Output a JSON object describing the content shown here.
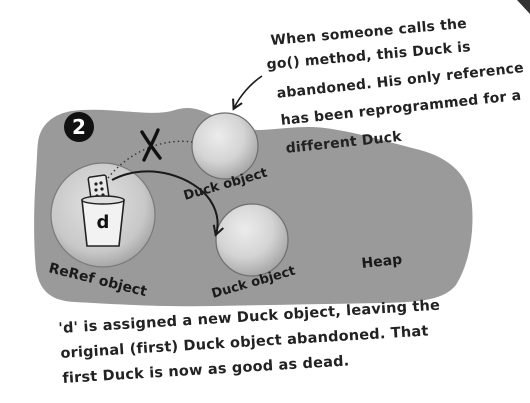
{
  "step_number": "2",
  "annotation": {
    "lines": [
      "When someone calls the",
      "go() method, this Duck is",
      "abandoned. His only reference",
      "has been reprogrammed for a",
      "different Duck"
    ]
  },
  "objects": {
    "duck_top_label": "Duck object",
    "duck_bottom_label": "Duck object",
    "reref_label": "ReRef object",
    "reference_variable": "d",
    "heap_label": "Heap"
  },
  "caption": {
    "lines": [
      "'d' is assigned a new Duck object, leaving the",
      "original (first) Duck object abandoned. That",
      "first Duck is now as good as dead."
    ]
  },
  "colors": {
    "heap": "#9a9a9a",
    "object_fill": "#d6d6d6",
    "ink": "#1a1a1a",
    "badge": "#111111"
  }
}
